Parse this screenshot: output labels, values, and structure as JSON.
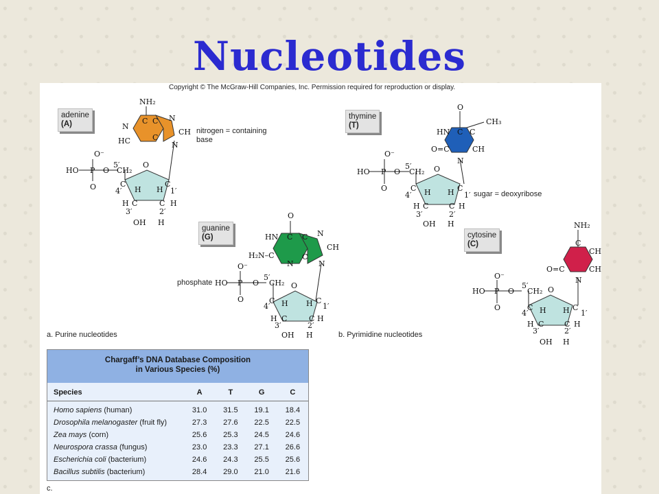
{
  "title": "Nucleotides",
  "copyright": "Copyright © The McGraw-Hill Companies, Inc. Permission required for reproduction or display.",
  "labels": {
    "adenine": {
      "name": "adenine",
      "code": "(A)"
    },
    "thymine": {
      "name": "thymine",
      "code": "(T)"
    },
    "guanine": {
      "name": "guanine",
      "code": "(G)"
    },
    "cytosine": {
      "name": "cytosine",
      "code": "(C)"
    }
  },
  "annotations": {
    "nitrogen_base_line1": "nitrogen = containing",
    "nitrogen_base_line2": "base",
    "sugar": "sugar = deoxyribose",
    "phosphate": "phosphate"
  },
  "captions": {
    "a": "a. Purine nucleotides",
    "b": "b. Pyrimidine nucleotides",
    "c": "c."
  },
  "colors": {
    "adenine": "#e8922a",
    "thymine": "#1f5fb8",
    "guanine": "#1e9a4a",
    "cytosine": "#d0204a",
    "sugar": "#bfe3e0",
    "title": "#2b2bd0",
    "table_header": "#8fb1e3"
  },
  "chart_data": {
    "type": "table",
    "title": "Chargaff’s DNA Database Composition in Various Species (%)",
    "title_line1": "Chargaff’s DNA Database Composition",
    "title_line2": "in Various Species (%)",
    "columns": [
      "Species",
      "A",
      "T",
      "G",
      "C"
    ],
    "rows": [
      {
        "species": "Homo sapiens",
        "common": "(human)",
        "A": "31.0",
        "T": "31.5",
        "G": "19.1",
        "C": "18.4"
      },
      {
        "species": "Drosophila melanogaster",
        "common": "(fruit fly)",
        "A": "27.3",
        "T": "27.6",
        "G": "22.5",
        "C": "22.5"
      },
      {
        "species": "Zea mays",
        "common": "(corn)",
        "A": "25.6",
        "T": "25.3",
        "G": "24.5",
        "C": "24.6"
      },
      {
        "species": "Neurospora crassa",
        "common": "(fungus)",
        "A": "23.0",
        "T": "23.3",
        "G": "27.1",
        "C": "26.6"
      },
      {
        "species": "Escherichia coli",
        "common": "(bacterium)",
        "A": "24.6",
        "T": "24.3",
        "G": "25.5",
        "C": "25.6"
      },
      {
        "species": "Bacillus subtilis",
        "common": "(bacterium)",
        "A": "28.4",
        "T": "29.0",
        "G": "21.0",
        "C": "21.6"
      }
    ]
  }
}
